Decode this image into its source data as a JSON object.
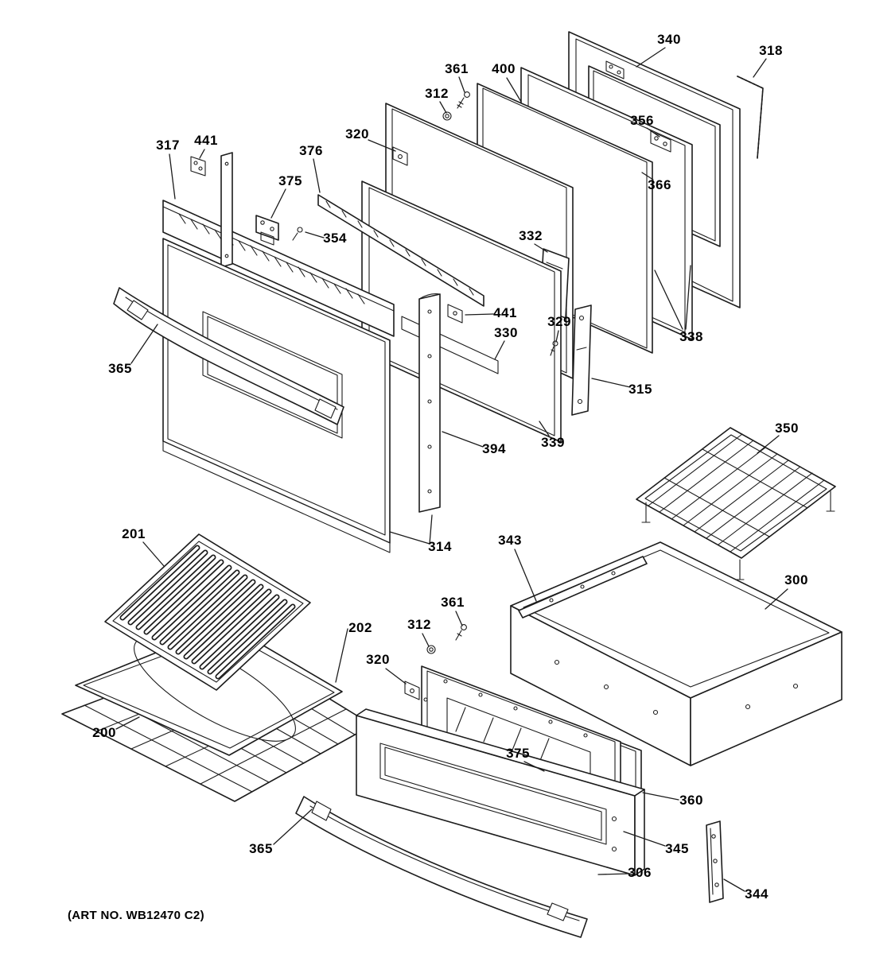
{
  "diagram": {
    "art_no": "(ART NO. WB12470 C2)",
    "colors": {
      "ink": "#1c1c1c",
      "background": "#ffffff"
    },
    "callouts": [
      {
        "part": "340"
      },
      {
        "part": "318"
      },
      {
        "part": "361"
      },
      {
        "part": "400"
      },
      {
        "part": "312"
      },
      {
        "part": "356"
      },
      {
        "part": "320"
      },
      {
        "part": "317"
      },
      {
        "part": "441"
      },
      {
        "part": "376"
      },
      {
        "part": "375"
      },
      {
        "part": "366"
      },
      {
        "part": "354"
      },
      {
        "part": "332"
      },
      {
        "part": "441"
      },
      {
        "part": "330"
      },
      {
        "part": "329"
      },
      {
        "part": "338"
      },
      {
        "part": "365"
      },
      {
        "part": "315"
      },
      {
        "part": "394"
      },
      {
        "part": "339"
      },
      {
        "part": "350"
      },
      {
        "part": "314"
      },
      {
        "part": "343"
      },
      {
        "part": "201"
      },
      {
        "part": "300"
      },
      {
        "part": "202"
      },
      {
        "part": "361"
      },
      {
        "part": "312"
      },
      {
        "part": "320"
      },
      {
        "part": "200"
      },
      {
        "part": "375"
      },
      {
        "part": "360"
      },
      {
        "part": "365"
      },
      {
        "part": "345"
      },
      {
        "part": "306"
      },
      {
        "part": "344"
      }
    ]
  }
}
